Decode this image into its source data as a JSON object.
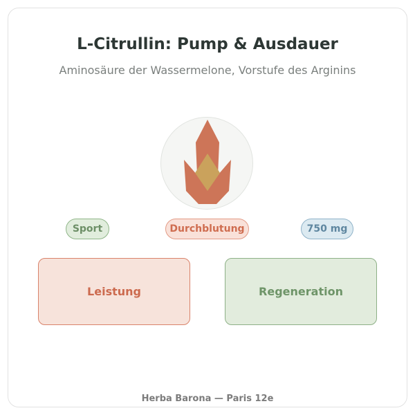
{
  "header": {
    "title": "L-Citrullin: Pump & Ausdauer",
    "subtitle": "Aminosäure der Wassermelone, Vorstufe des Arginins"
  },
  "emblem": {
    "icon": "flame-icon",
    "colors": {
      "circle_fill": "#f5f6f4",
      "flame": "#cd7558",
      "diamond": "#caa25c"
    }
  },
  "tags": [
    {
      "label": "Sport",
      "color": "#6d8f67"
    },
    {
      "label": "Durchblutung",
      "color": "#cf6d50"
    },
    {
      "label": "750 mg",
      "color": "#5f87a0"
    }
  ],
  "cards": [
    {
      "label": "Leistung",
      "color": "#cc6a4e"
    },
    {
      "label": "Regeneration",
      "color": "#6e9468"
    }
  ],
  "footer": {
    "text": "Herba Barona — Paris 12e"
  }
}
